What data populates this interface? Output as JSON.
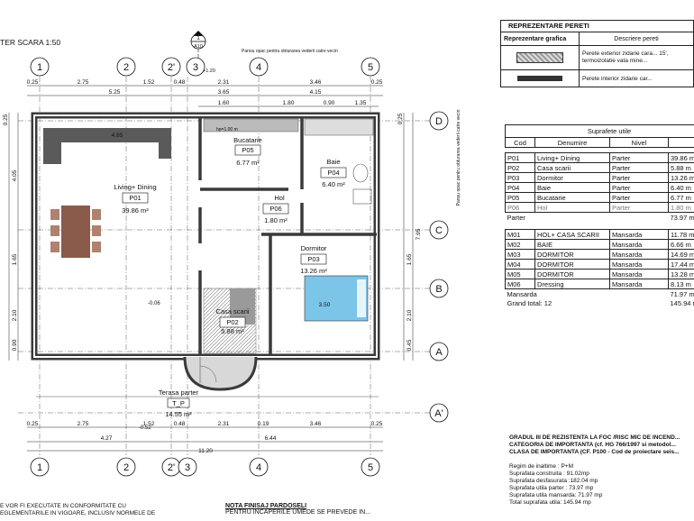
{
  "title": "TER SCARA 1:50",
  "section_marker": {
    "top": "1",
    "bottom": "A10"
  },
  "axes_top": [
    "1",
    "2",
    "2'",
    "3",
    "4",
    "5"
  ],
  "axes_right": [
    "D",
    "C",
    "B",
    "A",
    "A'"
  ],
  "axes_bottom": [
    "1",
    "2",
    "2'",
    "3",
    "4",
    "5"
  ],
  "dims_top_row1": [
    "0.25",
    "2.75",
    "1.52",
    "0.48",
    "2.31",
    "3.46",
    "0.25"
  ],
  "dims_top_row2": [
    "5.25",
    "3.65",
    "4.15"
  ],
  "dims_top_row3": [
    "1.60",
    "1.80",
    "0.90",
    "1.35"
  ],
  "dims_bottom_row1": [
    "0.25",
    "2.75",
    "1.52",
    "0.48",
    "2.31",
    "0.19",
    "3.46",
    "0.25"
  ],
  "dims_bottom_row2": [
    "4.27",
    "6.44"
  ],
  "dims_bottom_total": "11.20",
  "dims_left": [
    "0.25",
    "4.05",
    "1.65",
    "2.10",
    "0.90"
  ],
  "dims_right": [
    "0.25",
    "7.95",
    "1.65",
    "2.10",
    "0.45"
  ],
  "rooms": [
    {
      "name": "Living+ Dining",
      "code": "P01",
      "area": "39.86 m²"
    },
    {
      "name": "Bucatarie",
      "code": "P05",
      "area": "6.77 m²"
    },
    {
      "name": "Baie",
      "code": "P04",
      "area": "6.40 m²"
    },
    {
      "name": "Hol",
      "code": "P06",
      "area": "1.80 m²"
    },
    {
      "name": "Dormitor",
      "code": "P03",
      "area": "13.26 m²"
    },
    {
      "name": "Casa scarii",
      "code": "P02",
      "area": "5.88 m²"
    },
    {
      "name": "Terasa parter",
      "code": "T_P",
      "area": "14.55 m²"
    }
  ],
  "annotations": {
    "top_note": "Panou opac pentru obturarea vederii catre vecin",
    "side_note": "Panou opac pentru obturarea vederii catre vecin",
    "level_stair": "-0.06",
    "level_terrace": "-0.52",
    "level_hp": "hp=1.00 m",
    "level_120": "+1.20"
  },
  "legend": {
    "title": "REPREZENTARE PERETI",
    "col1": "Reprezentare grafica",
    "col2": "Descriere pereti",
    "rows": [
      {
        "desc": "Perete exterior zidarie cara... 15', termoizolatie vata mine..."
      },
      {
        "desc": "Perete interior zidarie car..."
      }
    ]
  },
  "surfaces": {
    "caption": "Suprafete utile",
    "headers": [
      "Cod",
      "Denumire",
      "Nivel"
    ],
    "parter": [
      [
        "P01",
        "Living+ Dining",
        "Parter",
        "39.86 m"
      ],
      [
        "P02",
        "Casa scarii",
        "Parter",
        "5.88 m"
      ],
      [
        "P03",
        "Dormitor",
        "Parter",
        "13.26 m"
      ],
      [
        "P04",
        "Baie",
        "Parter",
        "6.40 m"
      ],
      [
        "P05",
        "Bucatarie",
        "Parter",
        "6.77 m"
      ],
      [
        "P06",
        "Hol",
        "Parter",
        "1.80 m"
      ]
    ],
    "parter_total_label": "Parter",
    "parter_total": "73.97 m",
    "mansarda": [
      [
        "M01",
        "HOL+ CASA SCARII",
        "Mansarda",
        "11.78 m"
      ],
      [
        "M02",
        "BAIE",
        "Mansarda",
        "6.66 m"
      ],
      [
        "M03",
        "DORMITOR",
        "Mansarda",
        "14.69 m"
      ],
      [
        "M04",
        "DORMITOR",
        "Mansarda",
        "17.44 m"
      ],
      [
        "M05",
        "DORMITOR",
        "Mansarda",
        "13.28 m"
      ],
      [
        "M06",
        "Dressing",
        "Mansarda",
        "8.13 m"
      ]
    ],
    "mansarda_total_label": "Mansarda",
    "mansarda_total": "71.97 m",
    "grand_label": "Grand total: 12",
    "grand_total": "145.94 m"
  },
  "fire_notes": [
    "GRADUL III DE REZISTENTA LA FOC /RISC MIC DE INCEND...",
    "CATEGORIA DE IMPORTANTA (cf. HG 766/1997 si metodol...",
    "CLASA DE IMPORTANTA (CF. P100 - Cod de proiectare seis..."
  ],
  "regime": [
    "Regim de inaltime : P+M",
    "Suprafata construita : 91.02mp",
    "Suprafata desfasurata :182.04 mp",
    "Suprafata utila parter : 73.97 mp",
    "Suprafata utila mansarda: 71.97 mp",
    "Total suprafata utila: 145.94 mp"
  ],
  "left_notes": [
    "E VOR FI EXECUTATE IN CONFORMITATE CU",
    "EGLEMENTARILE IN VIGOARE, INCLUSIV NORMELE DE"
  ],
  "floor_note": {
    "title": "NOTA FINISAJ PARDOSELI",
    "line": "PENTRU INCAPERILE UMEDE SE PREVEDE IN..."
  },
  "colors": {
    "wall": "#3a3a3a",
    "sofa": "#5a5a5a",
    "table": "#8a5a4a",
    "bed_blue": "#7cc4e8",
    "stair": "#9a9a9a"
  }
}
